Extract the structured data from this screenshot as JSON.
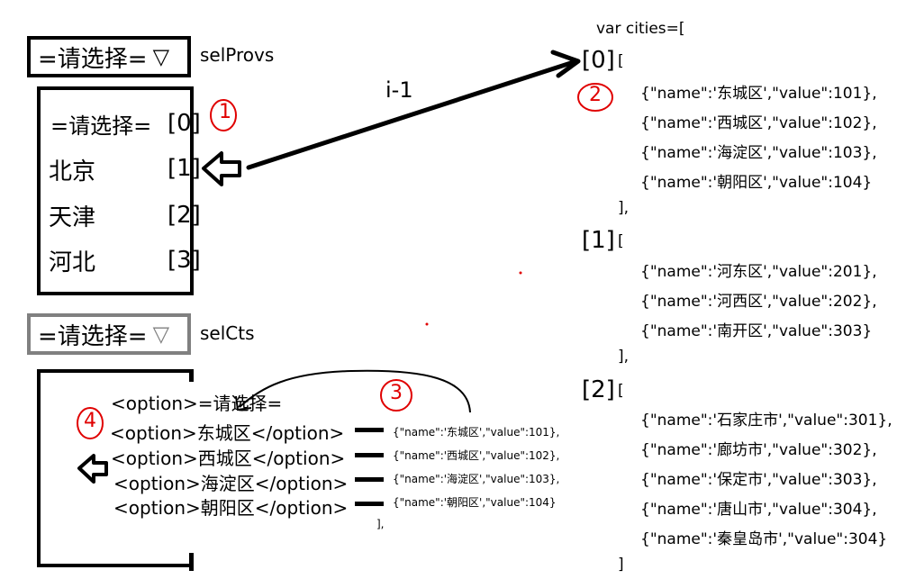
{
  "sel_provs": {
    "label": "=请选择=",
    "arrow": "▽",
    "name": "selProvs"
  },
  "prov_options": [
    {
      "text": "=请选择=",
      "index": "[0]"
    },
    {
      "text": "北京",
      "index": "[1]"
    },
    {
      "text": "天津",
      "index": "[2]"
    },
    {
      "text": "河北",
      "index": "[3]"
    }
  ],
  "sel_cts": {
    "label": "=请选择=",
    "arrow": "▽",
    "name": "selCts"
  },
  "arrow_label": "i-1",
  "annotations": {
    "n1": "1",
    "n2": "2",
    "n3": "3",
    "n4": "4"
  },
  "cities_code": {
    "header": "var cities=[",
    "groups": [
      {
        "index": "[0]",
        "open": "[",
        "items": [
          "{\"name\":'东城区',\"value\":101},",
          "{\"name\":'西城区',\"value\":102},",
          "{\"name\":'海淀区',\"value\":103},",
          "{\"name\":'朝阳区',\"value\":104}"
        ],
        "close": "],"
      },
      {
        "index": "[1]",
        "open": "[",
        "items": [
          "{\"name\":'河东区',\"value\":201},",
          "{\"name\":'河西区',\"value\":202},",
          "{\"name\":'南开区',\"value\":303}"
        ],
        "close": "],"
      },
      {
        "index": "[2]",
        "open": "[",
        "items": [
          "{\"name\":'石家庄市',\"value\":301},",
          "{\"name\":'廊坊市',\"value\":302},",
          "{\"name\":'保定市',\"value\":303},",
          "{\"name\":'唐山市',\"value\":304},",
          "{\"name\":'秦皇岛市',\"value\":304}"
        ],
        "close": "]"
      }
    ]
  },
  "city_options": [
    "<option>=请选择=",
    "<option>东城区</option>",
    "<option>西城区</option>",
    "<option>海淀区</option>",
    "<option>朝阳区</option>"
  ],
  "small_items": [
    "{\"name\":'东城区',\"value\":101},",
    "{\"name\":'西城区',\"value\":102},",
    "{\"name\":'海淀区',\"value\":103},",
    "{\"name\":'朝阳区',\"value\":104}"
  ],
  "small_close": "],",
  "colors": {
    "ink": "#000000",
    "gray": "#808080",
    "red": "#e00000"
  }
}
